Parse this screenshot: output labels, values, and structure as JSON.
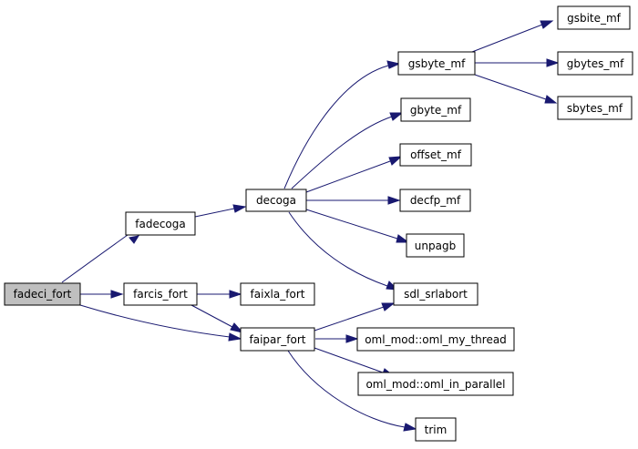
{
  "graph": {
    "colors": {
      "edge": "#191970",
      "node_border": "#000000",
      "root_fill": "#bfbfbf",
      "node_fill": "#ffffff"
    },
    "nodes": {
      "fadeci_fort": "fadeci_fort",
      "fadecoga": "fadecoga",
      "farcis_fort": "farcis_fort",
      "faipar_fort": "faipar_fort",
      "decoga": "decoga",
      "faixla_fort": "faixla_fort",
      "gsbyte_mf": "gsbyte_mf",
      "gbyte_mf": "gbyte_mf",
      "offset_mf": "offset_mf",
      "decfp_mf": "decfp_mf",
      "unpagb": "unpagb",
      "sdl_srlabort": "sdl_srlabort",
      "oml_my_thread": "oml_mod::oml_my_thread",
      "oml_in_parallel": "oml_mod::oml_in_parallel",
      "trim": "trim",
      "gsbite_mf": "gsbite_mf",
      "gbytes_mf": "gbytes_mf",
      "sbytes_mf": "sbytes_mf"
    },
    "edges": [
      [
        "fadeci_fort",
        "fadecoga"
      ],
      [
        "fadeci_fort",
        "farcis_fort"
      ],
      [
        "fadeci_fort",
        "faipar_fort"
      ],
      [
        "fadecoga",
        "decoga"
      ],
      [
        "farcis_fort",
        "faixla_fort"
      ],
      [
        "farcis_fort",
        "faipar_fort"
      ],
      [
        "decoga",
        "gsbyte_mf"
      ],
      [
        "decoga",
        "gbyte_mf"
      ],
      [
        "decoga",
        "offset_mf"
      ],
      [
        "decoga",
        "decfp_mf"
      ],
      [
        "decoga",
        "unpagb"
      ],
      [
        "decoga",
        "sdl_srlabort"
      ],
      [
        "faipar_fort",
        "sdl_srlabort"
      ],
      [
        "faipar_fort",
        "oml_my_thread"
      ],
      [
        "faipar_fort",
        "oml_in_parallel"
      ],
      [
        "faipar_fort",
        "trim"
      ],
      [
        "gsbyte_mf",
        "gsbite_mf"
      ],
      [
        "gsbyte_mf",
        "gbytes_mf"
      ],
      [
        "gsbyte_mf",
        "sbytes_mf"
      ]
    ]
  }
}
